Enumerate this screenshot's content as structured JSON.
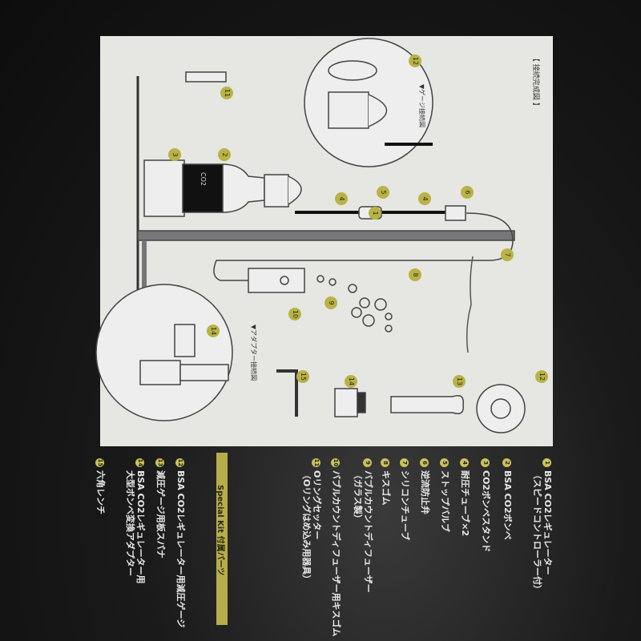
{
  "diagram": {
    "title": "【 接続完成図 】",
    "inset_gauge_label": "▼ゲージ接続図",
    "inset_adapter_label": "▼アダプター接続図",
    "cylinder_label": "CO2"
  },
  "parts": [
    {
      "no": "1",
      "name": "BSA CO2レギュレーター",
      "note": "（スピードコントローラー付）"
    },
    {
      "no": "2",
      "name": "BSA CO2ボンベ"
    },
    {
      "no": "3",
      "name": "CO2ボンベスタンド"
    },
    {
      "no": "4",
      "name": "耐圧チューブ×2"
    },
    {
      "no": "5",
      "name": "ストップバルブ"
    },
    {
      "no": "6",
      "name": "逆流防止弁"
    },
    {
      "no": "7",
      "name": "シリコンチューブ"
    },
    {
      "no": "8",
      "name": "キスゴム"
    },
    {
      "no": "9",
      "name": "バブルカウントディフューザー",
      "note": "（ガラス製）"
    },
    {
      "no": "10",
      "name": "バブルカウントディフューザー用キスゴム"
    },
    {
      "no": "11",
      "name": "Oリングセッター",
      "note": "（Oリングはめ込み用器具）"
    }
  ],
  "special_kit": {
    "heading": "Special Kit 付属パーツ",
    "parts": [
      {
        "no": "12",
        "name": "BSA CO2レギュレーター用減圧ゲージ"
      },
      {
        "no": "13",
        "name": "減圧ゲージ用板スパナ"
      },
      {
        "no": "14",
        "name": "BSA CO2レギュレーター用",
        "note": "大型ボンベ変換アダプター"
      },
      {
        "no": "15",
        "name": "六角レンチ"
      }
    ]
  },
  "colors": {
    "badge": "#b9b247",
    "board": "#e6e6e2",
    "background": "#111111"
  }
}
